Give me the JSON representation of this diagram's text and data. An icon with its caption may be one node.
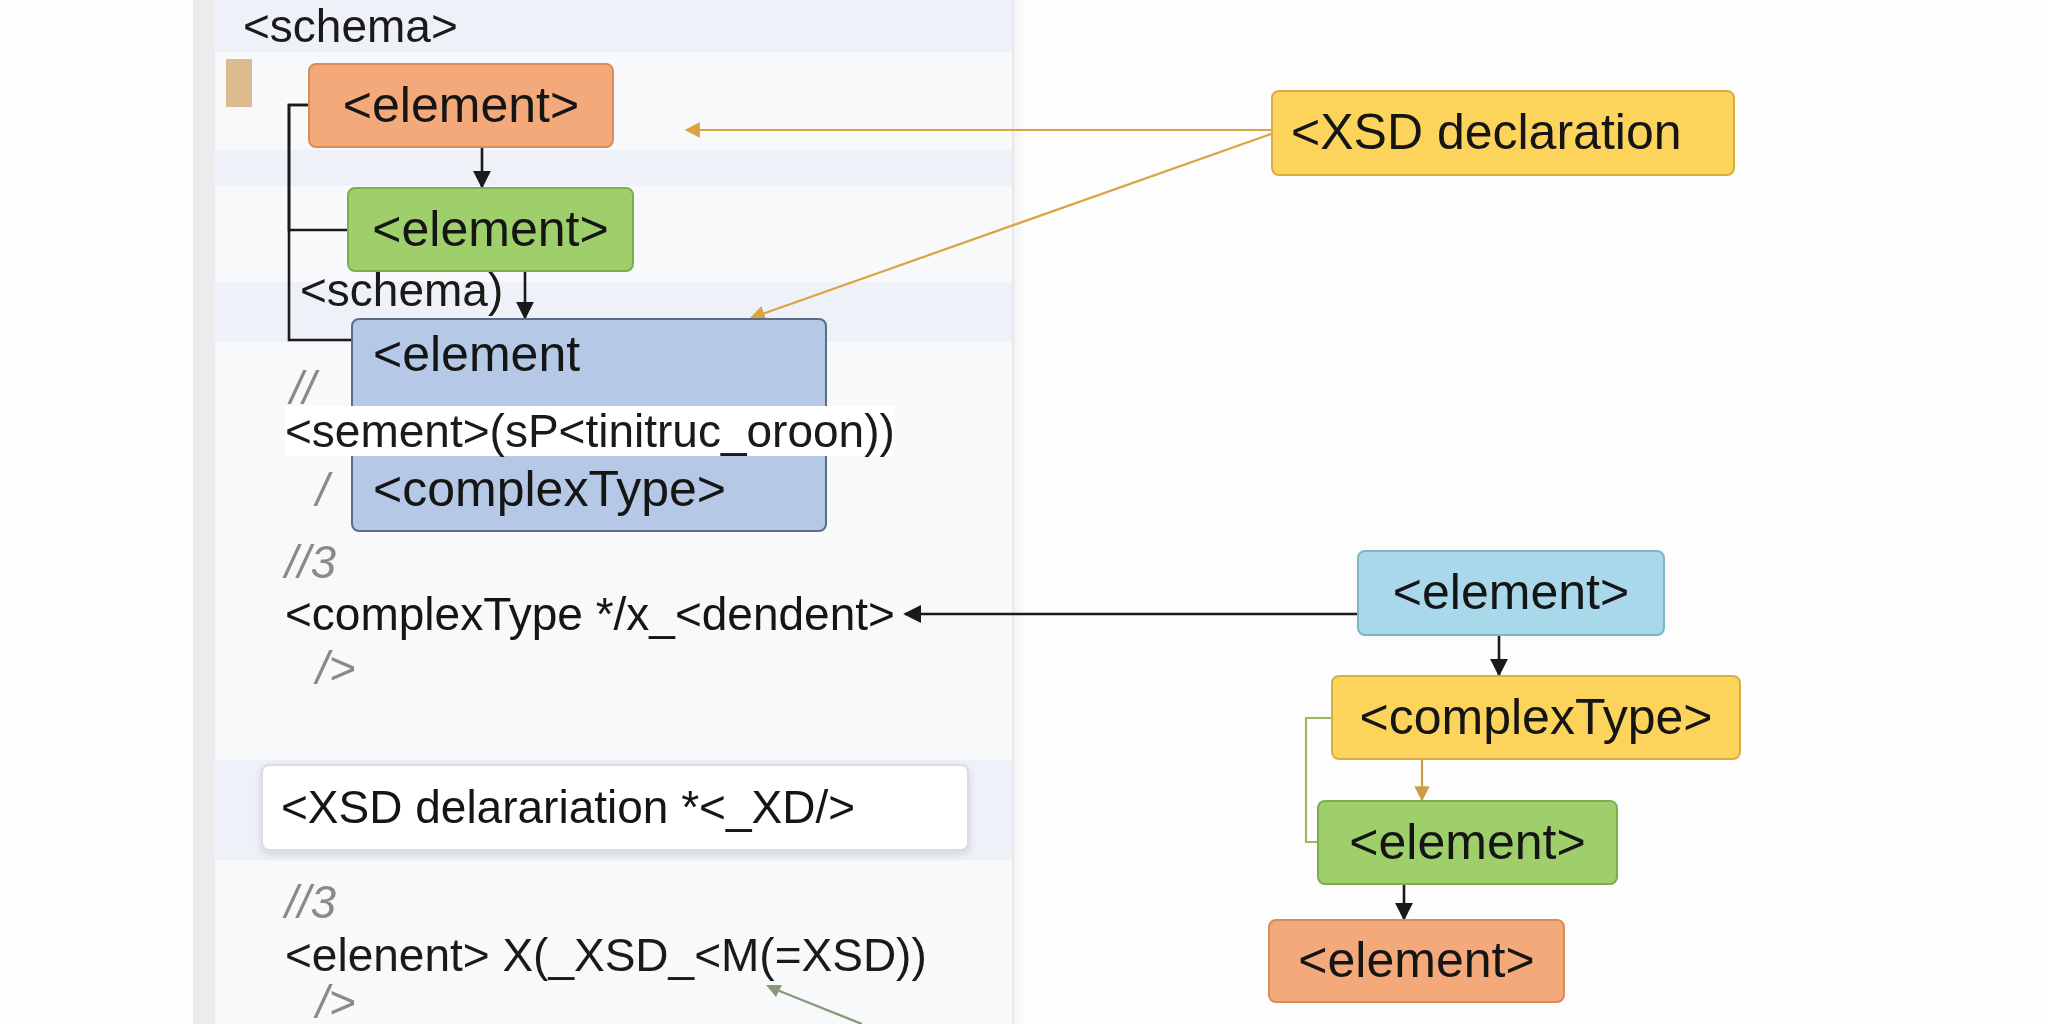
{
  "diagram": {
    "nodes": [
      {
        "text": [
          "<element>"
        ]
      },
      {
        "text": [
          "<element>"
        ]
      },
      {
        "text": [
          "<element",
          "<complexType>"
        ]
      },
      {
        "text": [
          "<XSD declaration"
        ]
      },
      {
        "text": [
          "<XSD delarariation *<_XD/>"
        ]
      },
      {
        "text": [
          "<element>"
        ]
      },
      {
        "text": [
          "<complexType>"
        ]
      },
      {
        "text": [
          "<element>"
        ]
      },
      {
        "text": [
          "<element>"
        ]
      },
      {
        "text": [
          "<complexType */x_<dendent>"
        ]
      }
    ],
    "edges": [
      {
        "from": 0,
        "to": 1,
        "arrow": "to"
      },
      {
        "from": 1,
        "to": 2,
        "arrow": "to"
      },
      {
        "from": 0,
        "to": 1,
        "arrow": "none"
      },
      {
        "from": 0,
        "to": 2,
        "arrow": "none"
      },
      {
        "from": 3,
        "to": null,
        "arrow": "to",
        "color": "#d9a441"
      },
      {
        "from": 3,
        "to": 2,
        "arrow": "to",
        "color": "#d9a441"
      },
      {
        "from": 5,
        "to": 9,
        "arrow": "to"
      },
      {
        "from": 5,
        "to": 6,
        "arrow": "to"
      },
      {
        "from": 6,
        "to": 7,
        "arrow": "to",
        "color": "#c9a04a"
      },
      {
        "from": 6,
        "to": 7,
        "arrow": "none",
        "color": "#9ab85c"
      },
      {
        "from": 7,
        "to": 8,
        "arrow": "to"
      }
    ],
    "labels": [
      "<schema>",
      "<schema)",
      "//",
      "<sement>(sP<tinitruc_oroon))",
      "/",
      "//3",
      "/>",
      "//3",
      "<elenent> X(_XSD_<M(=XSD))",
      "/>"
    ]
  }
}
